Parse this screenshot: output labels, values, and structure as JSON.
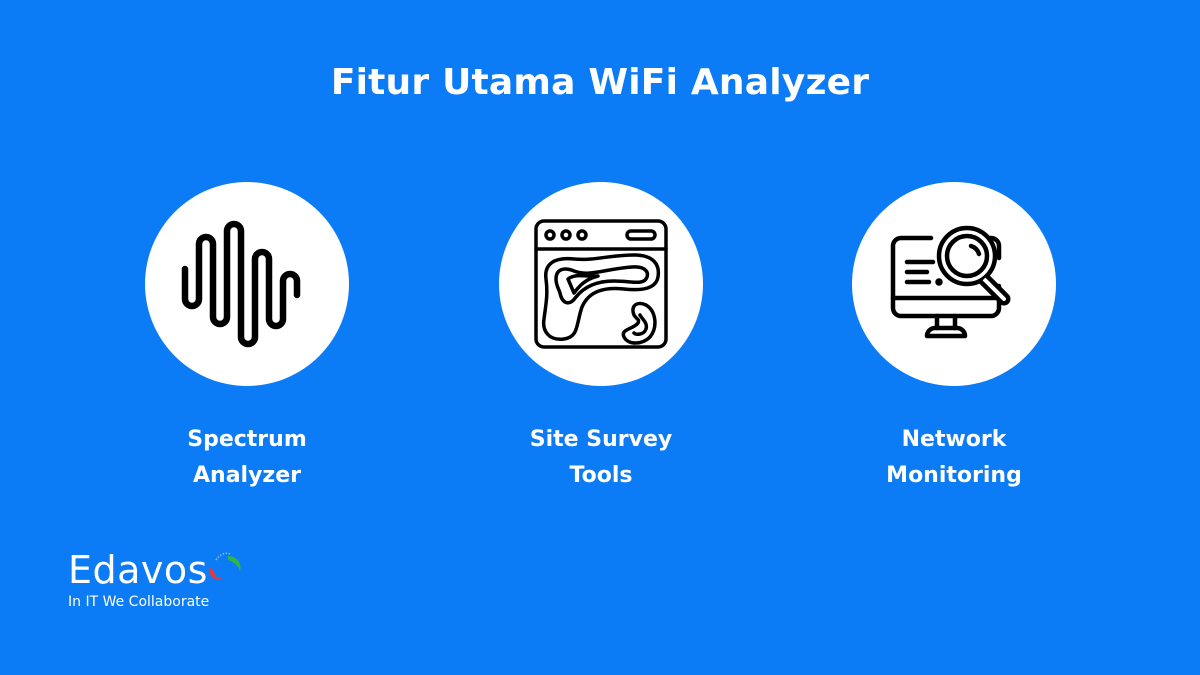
{
  "title": "Fitur Utama WiFi Analyzer",
  "features": [
    {
      "icon": "sound-wave-icon",
      "label_line1": "Spectrum",
      "label_line2": "Analyzer"
    },
    {
      "icon": "site-map-window-icon",
      "label_line1": "Site Survey",
      "label_line2": "Tools"
    },
    {
      "icon": "monitor-magnifier-icon",
      "label_line1": "Network",
      "label_line2": "Monitoring"
    }
  ],
  "logo": {
    "name": "Edavos",
    "tagline": "In IT We Collaborate"
  },
  "colors": {
    "background": "#0b7bf6",
    "text": "#ffffff",
    "icon_circle": "#ffffff",
    "icon_stroke": "#000000",
    "logo_red": "#e23a3a",
    "logo_green": "#2fb34a"
  }
}
